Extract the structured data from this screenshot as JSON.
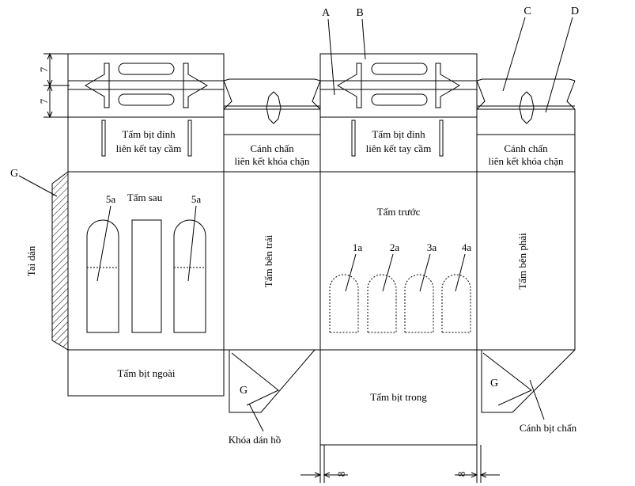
{
  "panels": {
    "top_handle_label_1": "Tấm bịt đỉnh",
    "top_handle_label_2": "liên kết tay cầm",
    "side_flap_label_1": "Cánh chấn",
    "side_flap_label_2": "liên kết khóa chặn",
    "back": "Tấm sau",
    "front": "Tấm trước",
    "left_side": "Tấm bên trái",
    "right_side": "Tấm bên phải",
    "glue_tab": "Tai dán",
    "outer_bottom": "Tấm bịt ngoài",
    "inner_bottom": "Tấm bịt trong"
  },
  "callouts": {
    "A": "A",
    "B": "B",
    "C": "C",
    "D": "D",
    "G": "G",
    "5a": "5a",
    "1a": "1a",
    "2a": "2a",
    "3a": "3a",
    "4a": "4a",
    "lock_glue": "Khóa dán hồ",
    "lock_flap": "Cánh bịt chấn"
  },
  "dimensions": {
    "d7a": "7",
    "d7b": "7",
    "d8a": "8",
    "d8b": "8"
  }
}
